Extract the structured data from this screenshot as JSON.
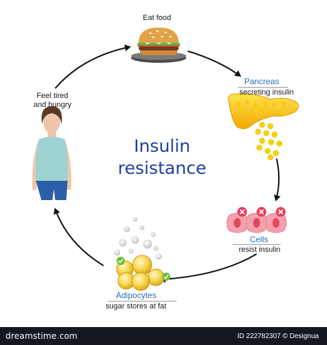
{
  "title": {
    "line1": "Insulin",
    "line2": "resistance"
  },
  "steps": {
    "food": {
      "label": "Eat food"
    },
    "pancreas": {
      "label": "Pancreas",
      "caption": "secreting insulin"
    },
    "cells": {
      "label": "Cells",
      "caption": "resist insulin"
    },
    "adipocytes": {
      "label": "Adipocytes",
      "caption": "sugar stores at fat"
    },
    "person": {
      "line1": "Feel tired",
      "line2": "and hungry"
    }
  },
  "icons": {
    "burger": "burger-icon",
    "pancreas": "pancreas-icon",
    "insulin": "insulin-drops-icon",
    "cells": "cells-icon",
    "blocked": "x-mark-icon",
    "fat": "fat-cells-icon",
    "accepted": "check-mark-icon",
    "person": "woman-figure-icon"
  },
  "colors": {
    "title": "#1e3fa0",
    "step_label": "#2a6fb0",
    "arrow": "#111111",
    "insulin": "#f6d400",
    "cell_fill": "#f4a0ad",
    "x_badge": "#e8405e",
    "check_badge": "#6cbf3a",
    "fat_cell": "#f6d44a"
  },
  "footer": {
    "brand_left": "dreamstime",
    "brand_dot": ".",
    "brand_right": "com",
    "id_text": "ID 222782307 © Designua"
  }
}
